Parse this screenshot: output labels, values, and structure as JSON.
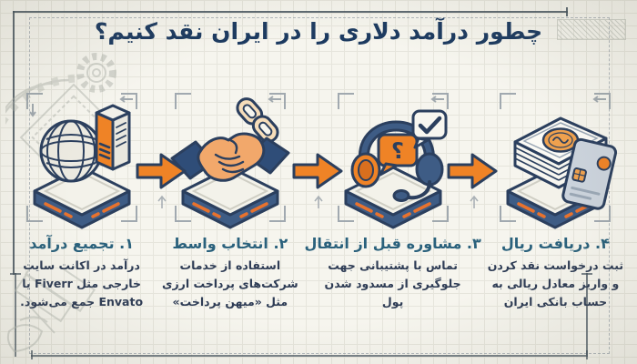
{
  "title": "چطور درآمد دلاری را در ایران نقد کنیم؟",
  "direction": "rtl",
  "colors": {
    "background": "#F6F5EE",
    "title_text": "#1C3A60",
    "step_heading_teal": "#2A617C",
    "step_body_navy": "#2E3C55",
    "accent_orange": "#EF8326",
    "outline_navy": "#2B3F5E",
    "platform_side_blue": "#3E5C85"
  },
  "icons": {
    "question_mark": "؟"
  },
  "steps": [
    {
      "heading": "۱. تجمیع درآمد",
      "body": "درآمد در اکانت سایت خارجی مثل Fiverr یا Envato جمع می‌شود.",
      "icon": "globe-server-icon"
    },
    {
      "heading": "۲. انتخاب واسط",
      "body": "استفاده از خدمات شرکت‌های پرداخت ارزی مثل «میهن پرداخت»",
      "icon": "handshake-chain-icon"
    },
    {
      "heading": "۳. مشاوره قبل از انتقال",
      "body": "تماس با پشتیبانی جهت جلوگیری از مسدود شدن پول",
      "icon": "headset-support-icon"
    },
    {
      "heading": "۴. دریافت ریال",
      "body": "ثبت درخواست نقد کردن و واریز معادل ریالی به حساب بانکی ایران",
      "icon": "cash-card-icon"
    }
  ]
}
